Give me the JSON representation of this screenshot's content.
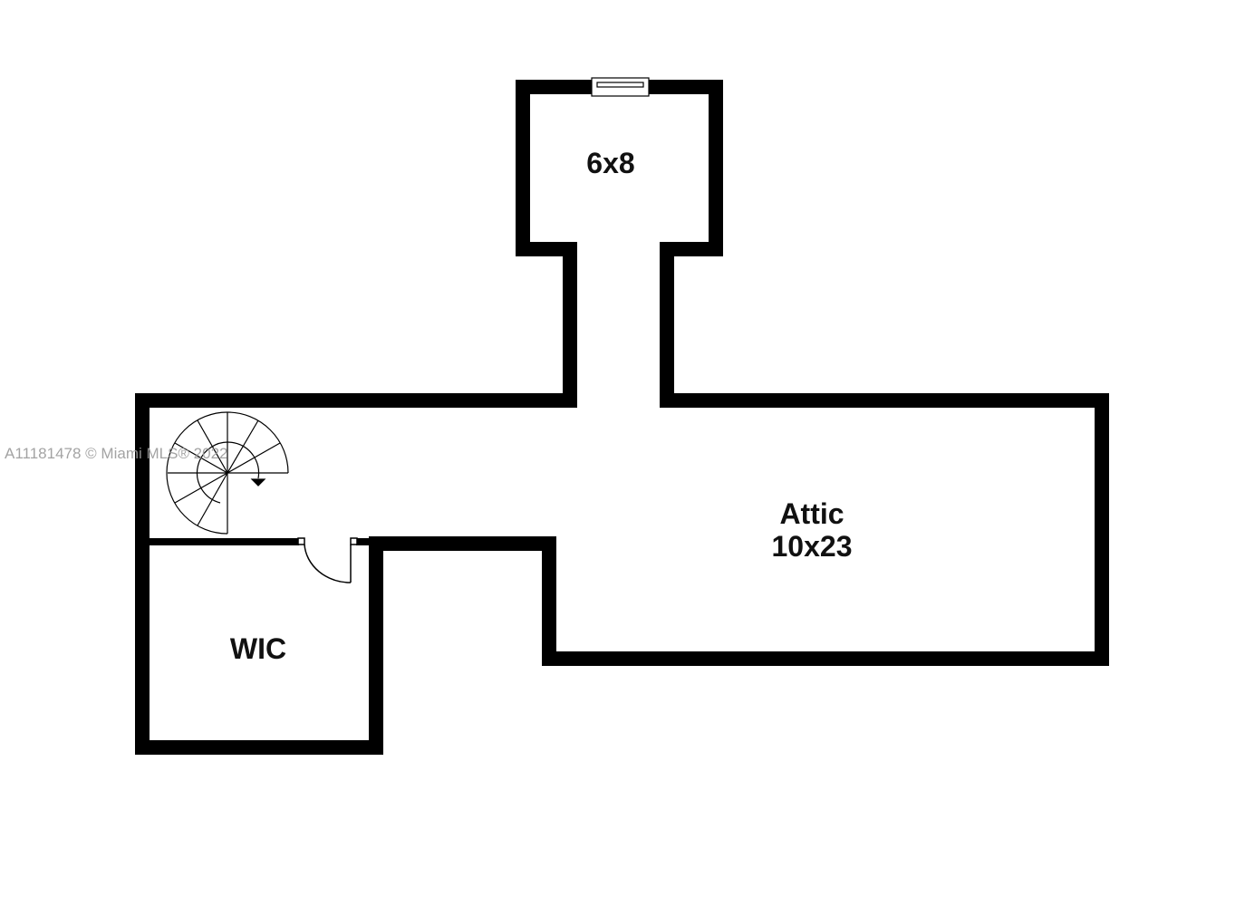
{
  "rooms": {
    "tower": {
      "label": "6x8"
    },
    "attic": {
      "name": "Attic",
      "size": "10x23"
    },
    "wic": {
      "label": "WIC"
    }
  },
  "watermark": "A11181478 © Miami MLS® 2022",
  "colors": {
    "wall": "#000000",
    "background": "#ffffff",
    "watermark": "#9a9a9a"
  }
}
